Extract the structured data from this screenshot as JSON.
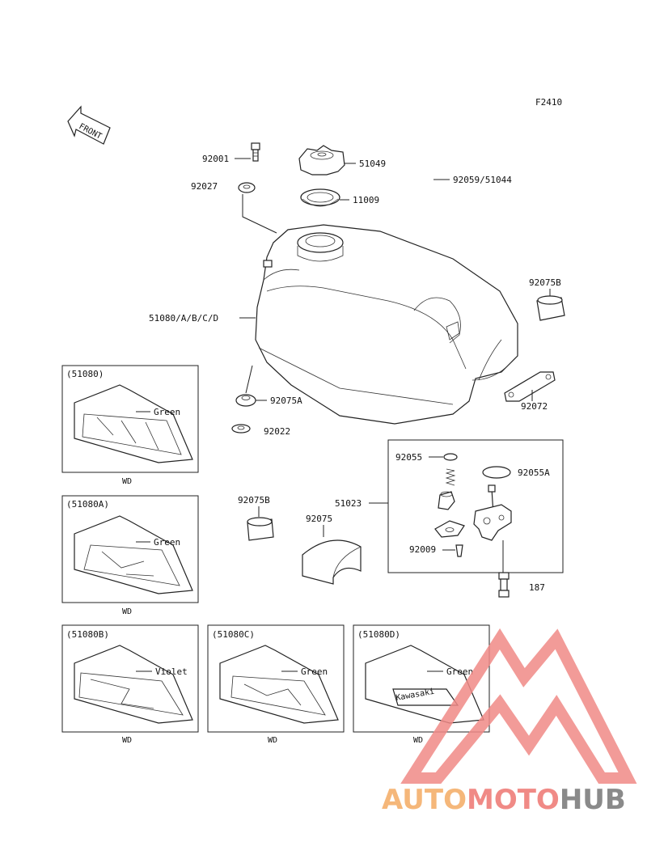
{
  "figure_code": "F2410",
  "front_label": "FRONT",
  "parts": {
    "p92001": "92001",
    "p92027": "92027",
    "p51049": "51049",
    "p11009": "11009",
    "p92059": "92059/51044",
    "p92075B_top": "92075B",
    "p51080": "51080/A/B/C/D",
    "p92075A": "92075A",
    "p92072": "92072",
    "p92022": "92022",
    "p92075B_mid": "92075B",
    "p92075": "92075",
    "p51023": "51023",
    "p92055": "92055",
    "p92055A": "92055A",
    "p92009": "92009",
    "p187": "187"
  },
  "variants": [
    {
      "code": "(51080)",
      "color": "Green",
      "tag": "WD"
    },
    {
      "code": "(51080A)",
      "color": "Green",
      "tag": "WD"
    },
    {
      "code": "(51080B)",
      "color": "Violet",
      "tag": "WD"
    },
    {
      "code": "(51080C)",
      "color": "Green",
      "tag": "WD"
    },
    {
      "code": "(51080D)",
      "color": "Green",
      "tag": "WD"
    }
  ],
  "decal_text": {
    "kawasaki": "Kawasaki"
  },
  "watermark": {
    "auto": "AUTO",
    "moto": "MOTO",
    "hub": "HUB",
    "colors": {
      "auto": "#f5b77a",
      "moto": "#f08a86",
      "hub": "#8a8a8a",
      "triangle": "#f08a86"
    }
  }
}
